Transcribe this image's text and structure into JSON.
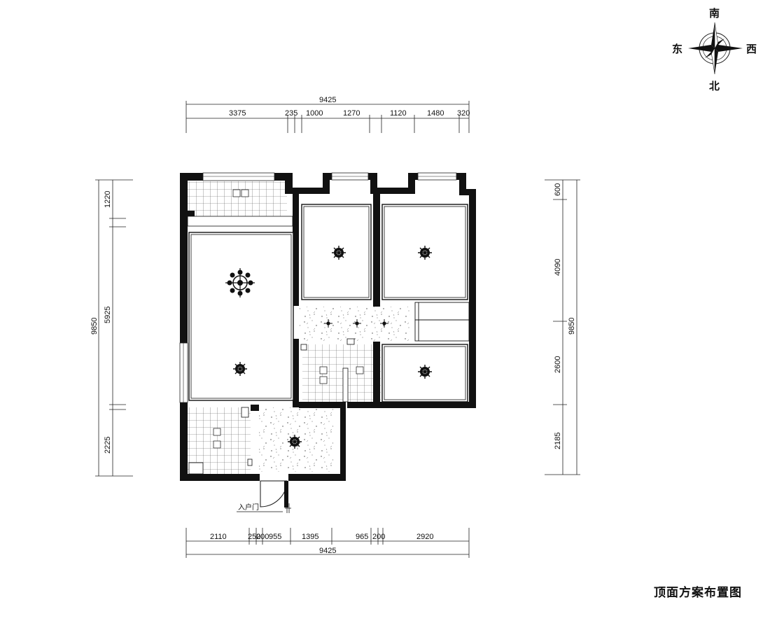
{
  "compass": {
    "south": "南",
    "north": "北",
    "east": "东",
    "west": "西"
  },
  "title": "顶面方案布置图",
  "entry_label": "入户门",
  "dimensions": {
    "top_total": "9425",
    "top_segments": [
      "3375",
      "235",
      "1000",
      "1270",
      "1120",
      "1480",
      "320"
    ],
    "bottom_segments": [
      "2110",
      "250",
      "200",
      "955",
      "1395",
      "965",
      "200",
      "2920"
    ],
    "bottom_total": "9425",
    "left_total": "9850",
    "left_segments": [
      "1220",
      "5925",
      "2225"
    ],
    "right_total": "9850",
    "right_segments": [
      "600",
      "4090",
      "2600",
      "2185"
    ]
  },
  "colors": {
    "wall": "#111111",
    "line": "#222222",
    "background": "#ffffff"
  }
}
